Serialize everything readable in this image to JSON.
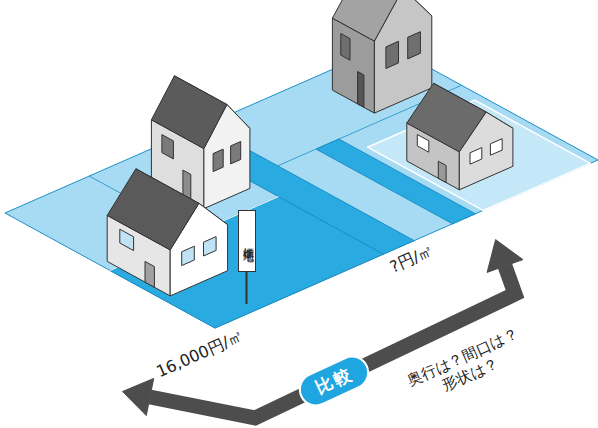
{
  "diagram": {
    "nodes": [
      {
        "text": [
          "標準宅地"
        ]
      },
      {
        "text": [
          "比較"
        ]
      }
    ],
    "labels": [
      "16,000円/㎡",
      "?円/㎡",
      "奥行は？間口は？ 形状は？"
    ]
  }
}
